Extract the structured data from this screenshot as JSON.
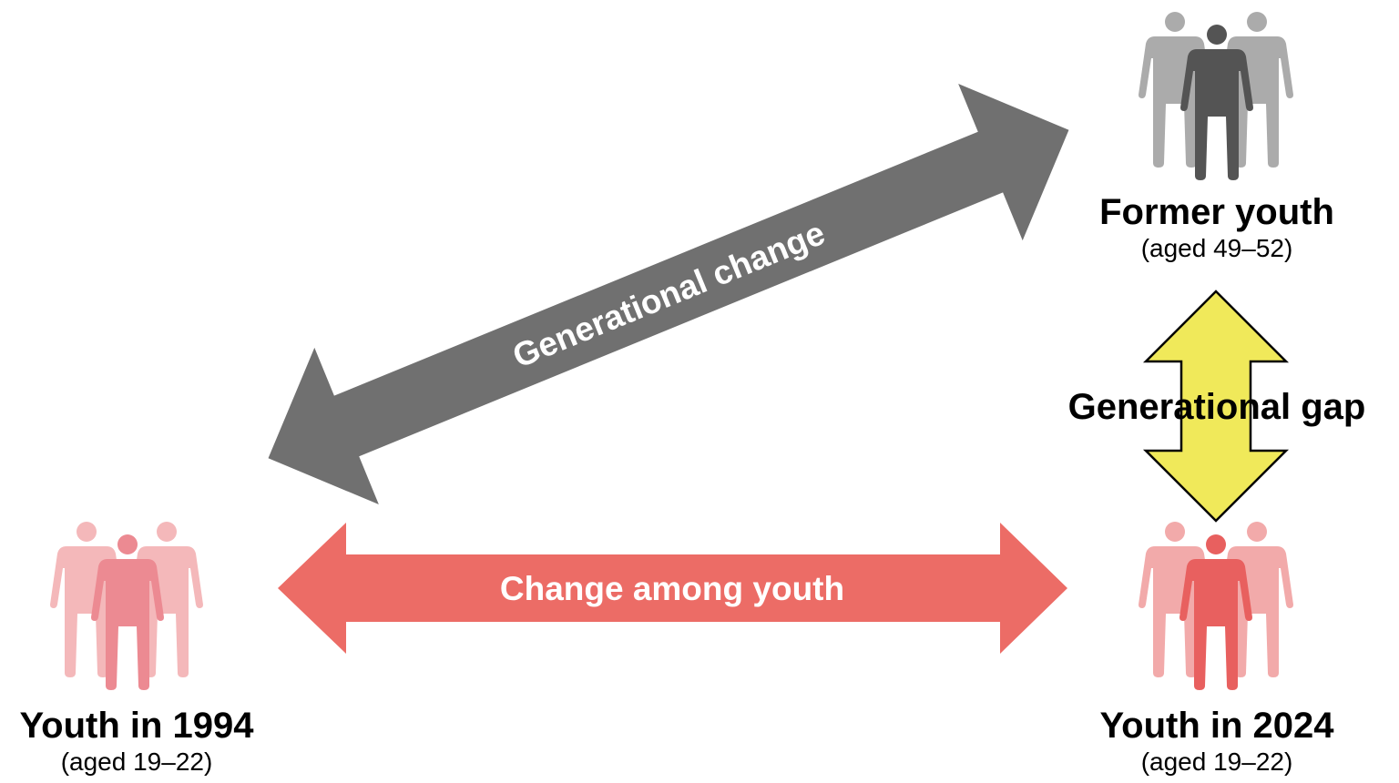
{
  "groups": {
    "youth_1994": {
      "title": "Youth in 1994",
      "subtitle": "(aged 19–22)",
      "color_main": "#EC8A92",
      "color_side": "#F4B8BA"
    },
    "youth_2024": {
      "title": "Youth in 2024",
      "subtitle": "(aged 19–22)",
      "color_main": "#E8605F",
      "color_side": "#F2AAAA"
    },
    "former_youth": {
      "title": "Former youth",
      "subtitle": "(aged 49–52)",
      "color_main": "#545454",
      "color_side": "#ABABAB"
    }
  },
  "arrows": {
    "generational_change": {
      "label": "Generational change",
      "color": "#707070"
    },
    "change_among_youth": {
      "label": "Change among youth",
      "color": "#EC6C66"
    },
    "generational_gap": {
      "label": "Generational gap",
      "color": "#F0E95A"
    }
  }
}
